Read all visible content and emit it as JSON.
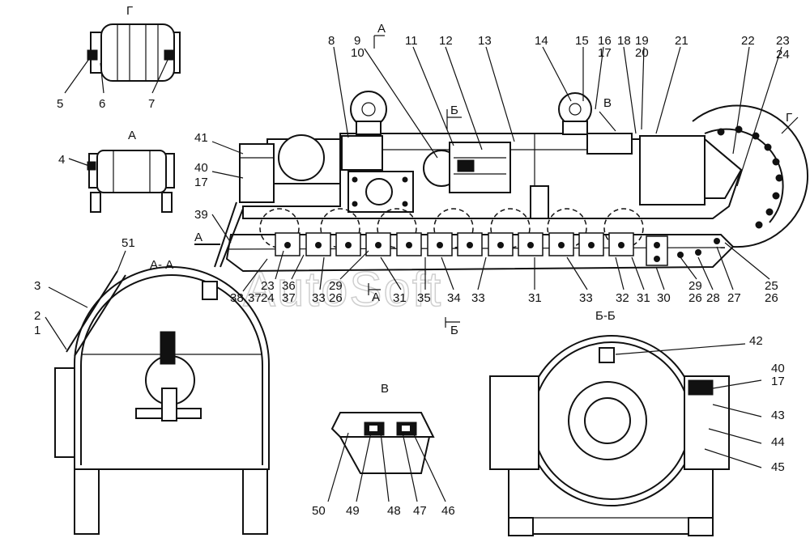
{
  "drawing": {
    "views": {
      "view_g": "Г",
      "view_a_small": "А",
      "section_aa": "А- А",
      "section_bb": "Б-Б",
      "view_v": "В"
    },
    "marks": {
      "arrow_a_top": "А",
      "arrow_b_top": "Б",
      "arrow_v_top": "В",
      "arrow_g_right": "Г",
      "arrow_a_left": "А",
      "arrow_a_bottom": "А",
      "arrow_b_bottom": "Б"
    },
    "watermark": "AutoSoft",
    "callouts": {
      "c5": "5",
      "c6": "6",
      "c7": "7",
      "c4": "4",
      "c41": "41",
      "c40": "40",
      "c17a": "17",
      "c39": "39",
      "c8": "8",
      "c9": "9",
      "c10": "10",
      "c11": "11",
      "c12": "12",
      "c13": "13",
      "c14": "14",
      "c15": "15",
      "c16": "16",
      "c17b": "17",
      "c18": "18",
      "c19": "19",
      "c20": "20",
      "c21": "21",
      "c22": "22",
      "c23": "23",
      "c24": "24",
      "c38": "38",
      "c37": "37",
      "c23b": "23",
      "c24b": "24",
      "c36": "36",
      "c37b": "37",
      "c33": "33",
      "c29": "29",
      "c26": "26",
      "c31": "31",
      "c35": "35",
      "c34": "34",
      "c33b": "33",
      "c31b": "31",
      "c33c": "33",
      "c32": "32",
      "c31c": "31",
      "c30": "30",
      "c29b": "29",
      "c26b": "26",
      "c28": "28",
      "c27": "27",
      "c25": "25",
      "c26c": "26",
      "c51": "51",
      "c3": "3",
      "c2": "2",
      "c1": "1",
      "c42": "42",
      "c40b": "40",
      "c17c": "17",
      "c43": "43",
      "c44": "44",
      "c45": "45",
      "c50": "50",
      "c49": "49",
      "c48": "48",
      "c47": "47",
      "c46": "46"
    }
  }
}
